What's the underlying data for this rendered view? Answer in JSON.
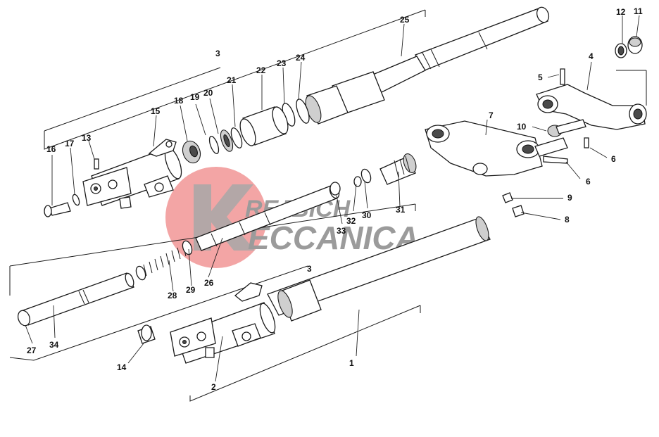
{
  "watermark": {
    "line1": "REJBICH",
    "line2": "ECCANICA",
    "circle_color": "#f08080",
    "text_color": "#8a8a8a"
  },
  "callouts": [
    "1",
    "2",
    "3",
    "3",
    "4",
    "5",
    "6",
    "6",
    "7",
    "8",
    "9",
    "10",
    "11",
    "12",
    "13",
    "14",
    "15",
    "16",
    "17",
    "18",
    "19",
    "20",
    "21",
    "22",
    "23",
    "24",
    "25",
    "26",
    "27",
    "28",
    "29",
    "30",
    "31",
    "32",
    "33",
    "34"
  ]
}
